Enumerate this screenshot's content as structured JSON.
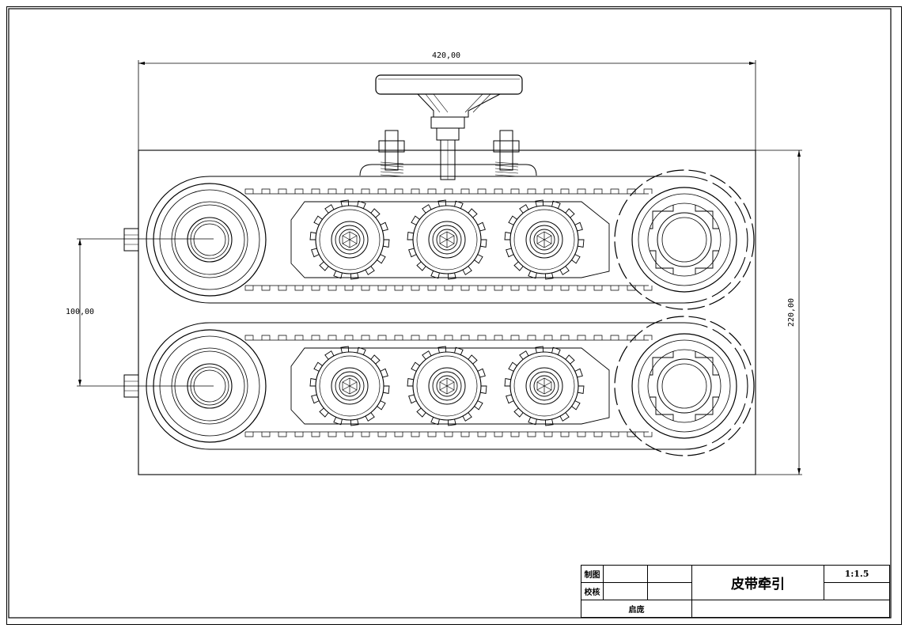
{
  "dimensions": {
    "width_label": "420,00",
    "height_label": "220,00",
    "spacing_label": "100,00"
  },
  "title_block": {
    "drawn_by_label": "制图",
    "checked_by_label": "校核",
    "company": "启庞",
    "title": "皮带牵引",
    "scale": "1:1.5"
  },
  "colors": {
    "line": "#000000",
    "background": "#ffffff"
  }
}
